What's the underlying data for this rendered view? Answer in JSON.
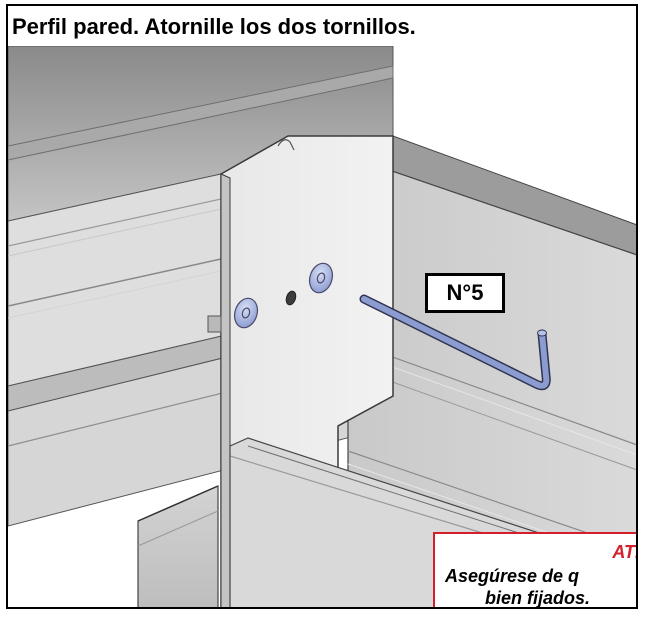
{
  "instruction": {
    "title": "Perfil pared. Atornille los dos tornillos."
  },
  "tool": {
    "label": "N°5",
    "icon": "hex-key-icon",
    "color": "#8c9cd0"
  },
  "screws": {
    "count": 2,
    "color": "#a9b6e3"
  },
  "warning": {
    "title": "ATE",
    "line1": "Asegúrese de q",
    "line2": "bien fijados.",
    "border_color": "#d21f2b",
    "title_color": "#d2202c"
  }
}
